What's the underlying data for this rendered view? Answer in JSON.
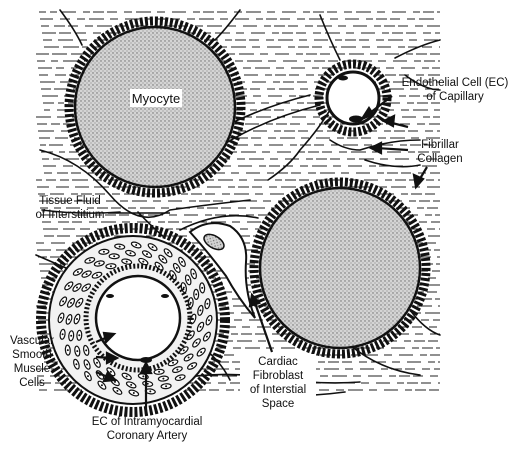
{
  "labels": {
    "myocyte": "Myocyte",
    "endothelial_cell_1": "Endothelial Cell (EC)",
    "endothelial_cell_2": "of Capillary",
    "fibrillar_1": "Fibrillar",
    "fibrillar_2": "Collagen",
    "tissue_fluid_1": "Tissue Fluid",
    "tissue_fluid_2": "of Interstitium",
    "vascular_1": "Vascular",
    "vascular_2": "Smooth",
    "vascular_3": "Muscle",
    "vascular_4": "Cells",
    "fibroblast_1": "Cardiac",
    "fibroblast_2": "Fibroblast",
    "fibroblast_3": "of Interstial",
    "fibroblast_4": "Space",
    "ec_artery_1": "EC of Intramyocardial",
    "ec_artery_2": "Coronary Artery"
  },
  "colors": {
    "ink": "#111111",
    "myocyte_fill": "#c9c9c9",
    "background": "#ffffff"
  }
}
